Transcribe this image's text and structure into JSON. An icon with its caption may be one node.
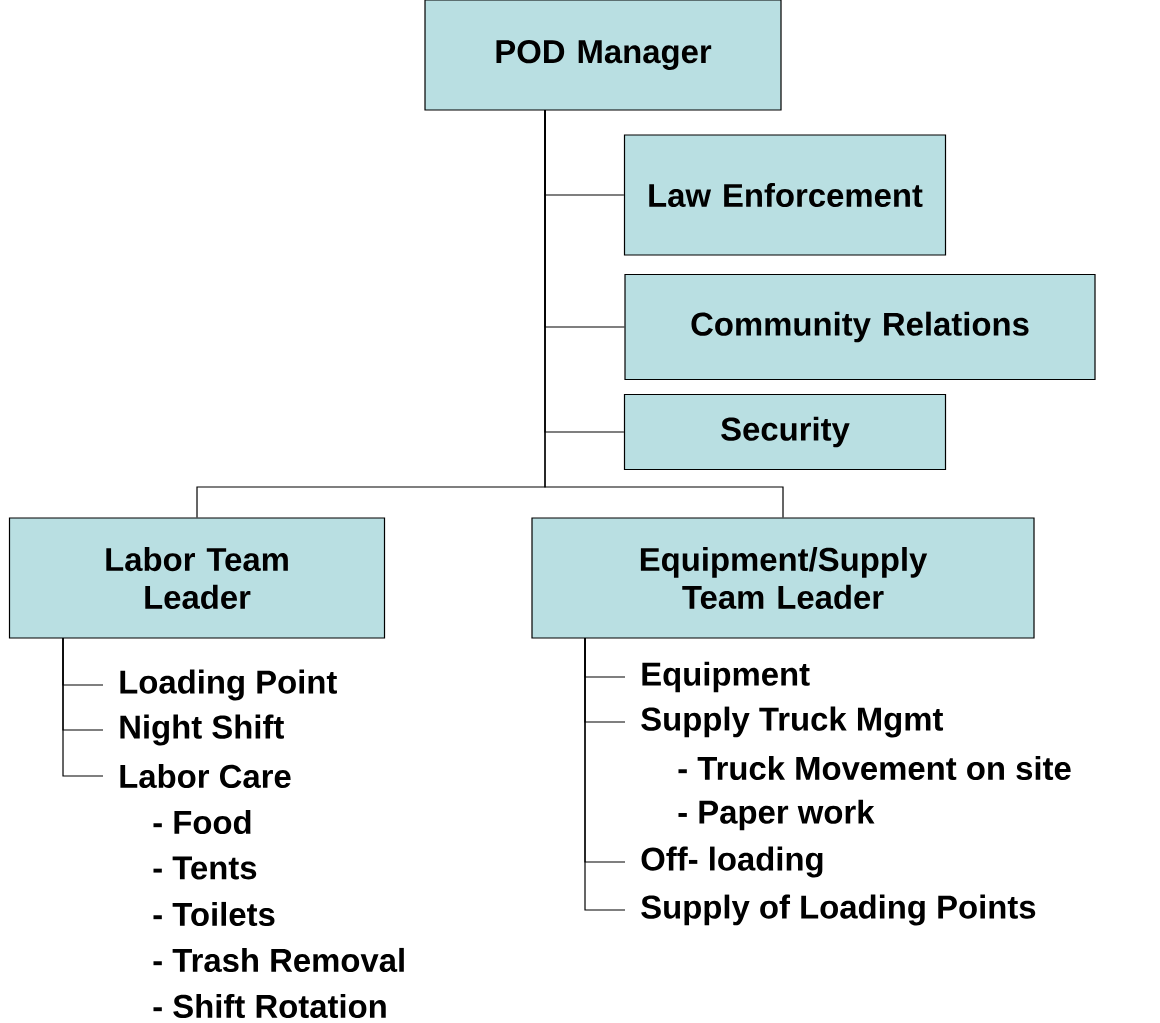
{
  "diagram": {
    "nodes": [
      {
        "text": [
          "POD Manager"
        ]
      },
      {
        "text": [
          "Law Enforcement"
        ]
      },
      {
        "text": [
          "Community Relations"
        ]
      },
      {
        "text": [
          "Security"
        ]
      },
      {
        "text": [
          "Labor Team Leader"
        ]
      },
      {
        "text": [
          "Equipment/Supply Team Leader"
        ]
      },
      {
        "text": [
          "Loading Point"
        ]
      },
      {
        "text": [
          "Night Shift"
        ]
      },
      {
        "text": [
          "Labor Care"
        ]
      },
      {
        "text": [
          "Equipment"
        ]
      },
      {
        "text": [
          "Supply Truck Mgmt"
        ]
      },
      {
        "text": [
          "Off- loading"
        ]
      },
      {
        "text": [
          "Supply of Loading Points"
        ]
      }
    ],
    "edges": [
      {
        "from": 0,
        "to": 1,
        "arrow": "none"
      },
      {
        "from": 0,
        "to": 2,
        "arrow": "none"
      },
      {
        "from": 0,
        "to": 3,
        "arrow": "none"
      },
      {
        "from": 0,
        "to": 4,
        "arrow": "none"
      },
      {
        "from": 0,
        "to": 5,
        "arrow": "none"
      },
      {
        "from": 4,
        "to": 6,
        "arrow": "none"
      },
      {
        "from": 4,
        "to": 7,
        "arrow": "none"
      },
      {
        "from": 4,
        "to": 8,
        "arrow": "none"
      },
      {
        "from": 5,
        "to": 9,
        "arrow": "none"
      },
      {
        "from": 5,
        "to": 10,
        "arrow": "none"
      },
      {
        "from": 5,
        "to": 11,
        "arrow": "none"
      },
      {
        "from": 5,
        "to": 12,
        "arrow": "none"
      }
    ],
    "labels": [
      "- Truck Movement on site",
      "- Paper work",
      "- Food",
      "- Tents",
      "- Toilets",
      "- Trash Removal",
      "- Shift Rotation"
    ]
  }
}
